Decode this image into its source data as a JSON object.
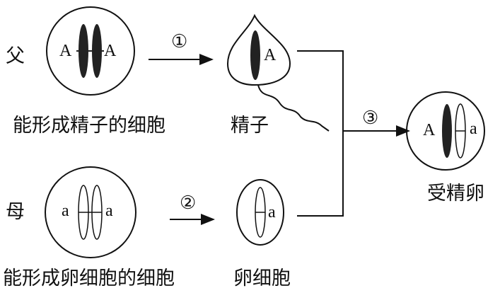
{
  "father": {
    "label": "父",
    "allele_left": "A",
    "allele_right": "A",
    "caption": "能形成精子的细胞"
  },
  "mother": {
    "label": "母",
    "allele_left": "a",
    "allele_right": "a",
    "caption": "能形成卵细胞的细胞"
  },
  "sperm": {
    "allele": "A",
    "caption": "精子"
  },
  "egg": {
    "allele": "a",
    "caption": "卵细胞"
  },
  "zygote": {
    "allele_left": "A",
    "allele_right": "a",
    "caption": "受精卵"
  },
  "steps": {
    "one": "①",
    "two": "②",
    "three": "③"
  }
}
